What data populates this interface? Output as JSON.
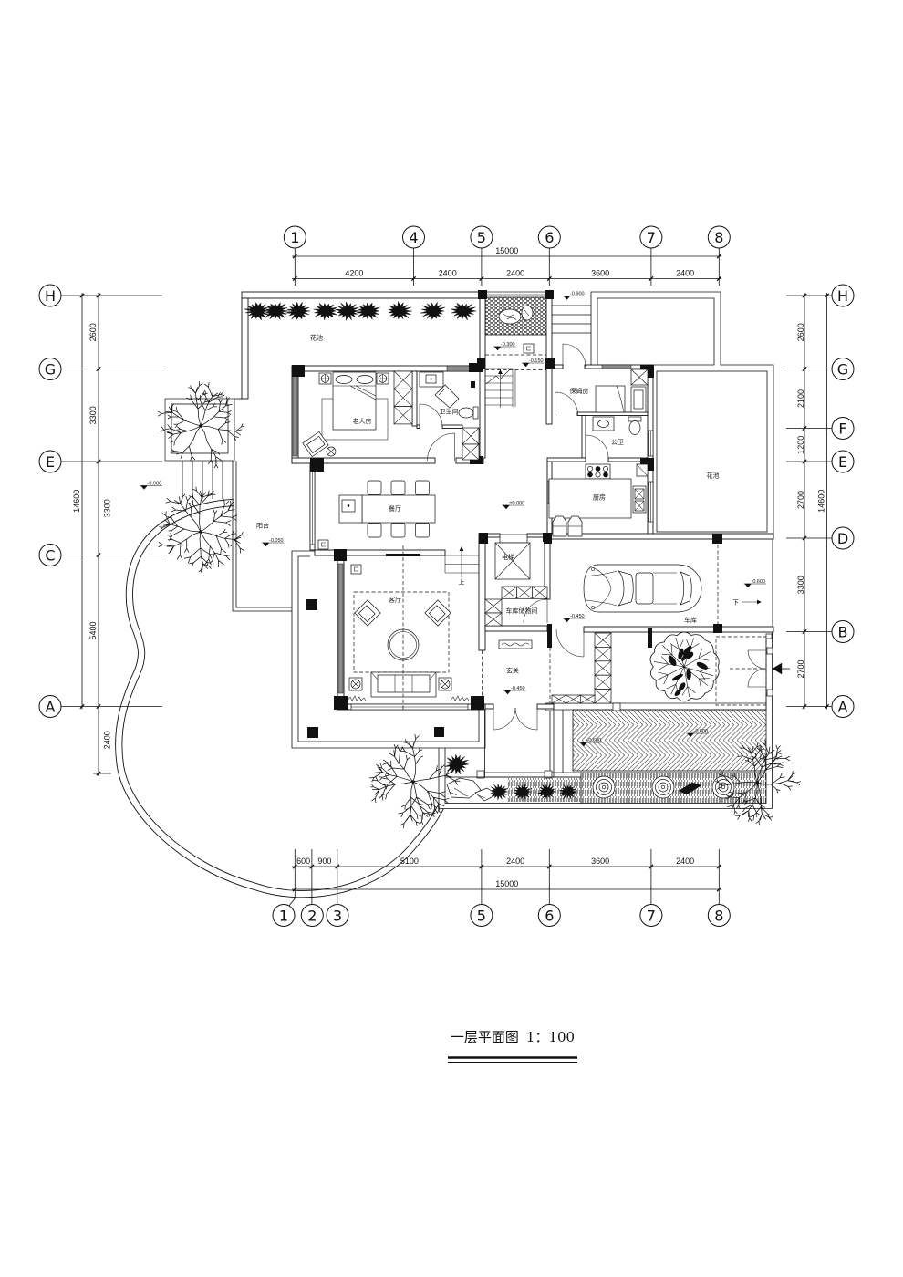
{
  "drawing": {
    "title": "一层平面图",
    "scale": "1：100"
  },
  "grid_axes": {
    "top": [
      "1",
      "4",
      "5",
      "6",
      "7",
      "8"
    ],
    "bottom": [
      "1",
      "2",
      "3",
      "5",
      "6",
      "7",
      "8"
    ],
    "left": [
      "H",
      "G",
      "E",
      "C",
      "A"
    ],
    "right": [
      "H",
      "G",
      "F",
      "E",
      "D",
      "B",
      "A"
    ]
  },
  "dimensions": {
    "top": {
      "total": "15000",
      "segments": [
        "4200",
        "2400",
        "2400",
        "3600",
        "2400"
      ]
    },
    "bottom": {
      "total": "15000",
      "segments": [
        "600",
        "900",
        "5100",
        "2400",
        "3600",
        "2400"
      ]
    },
    "left": {
      "total": "14600",
      "segments": [
        "2600",
        "3300",
        "3300",
        "5400",
        "2400"
      ]
    },
    "right": {
      "total": "14600",
      "segments": [
        "2600",
        "2100",
        "1200",
        "2700",
        "3300",
        "2700"
      ]
    }
  },
  "rooms": {
    "north_garden": "花池",
    "elderly_bedroom": "老人房",
    "bathroom": "卫生间",
    "nanny_room": "保姆房",
    "public_toilet": "公卫",
    "kitchen": "厨房",
    "east_garden": "花池",
    "dining_room": "餐厅",
    "balcony": "阳台",
    "living_room": "客厅",
    "elevator": "电梯",
    "garage_storage": "车库储物间",
    "foyer": "玄关",
    "garage": "车库"
  },
  "elevations": {
    "west_yard": "-0.900",
    "balcony": "-0.050",
    "hall": "±0.000",
    "patio_upper": "-0.300",
    "patio_lower": "-0.150",
    "northeast_steps": "-0.900",
    "garage": "-0.450",
    "garage_apron": "-0.600",
    "foyer": "-0.450",
    "paving_west": "-0.600",
    "paving_east": "-0.600"
  },
  "annotations": {
    "stair_up": "上",
    "ramp_down": "下"
  },
  "icons": {
    "level_marker": "elevation-marker-icon",
    "entrance": "entrance-arrow-icon",
    "utility_outlet": "utility-outlet-icon",
    "tree": "tree-symbol",
    "shrub": "shrub-symbol",
    "car": "car-symbol"
  }
}
